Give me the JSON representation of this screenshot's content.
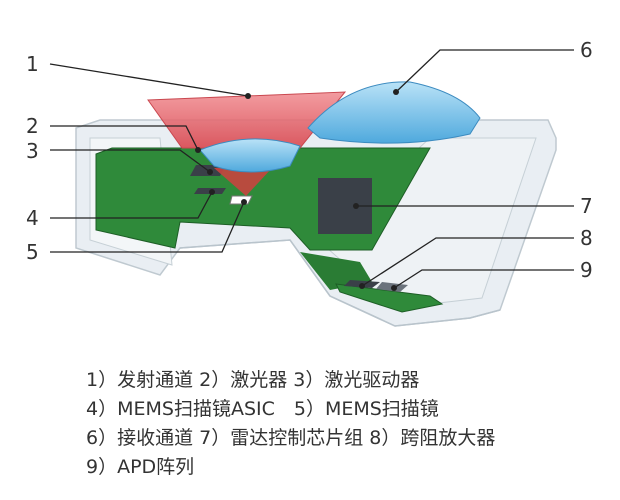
{
  "callouts": [
    "1",
    "2",
    "3",
    "4",
    "5",
    "6",
    "7",
    "8",
    "9"
  ],
  "legend": [
    "1）发射通道 2）激光器 3）激光驱动器",
    "4）MEMS扫描镜ASIC　5）MEMS扫描镜",
    "6）接收通道 7）雷达控制芯片组 8）跨阻放大器",
    "9）APD阵列"
  ],
  "colors": {
    "housing": "#dfe6ec",
    "board": "#2f8a3a",
    "laser_beam": "#e8747a",
    "lens": "#7ec6ec",
    "chip": "#3a4048",
    "leader_line": "#222222"
  }
}
